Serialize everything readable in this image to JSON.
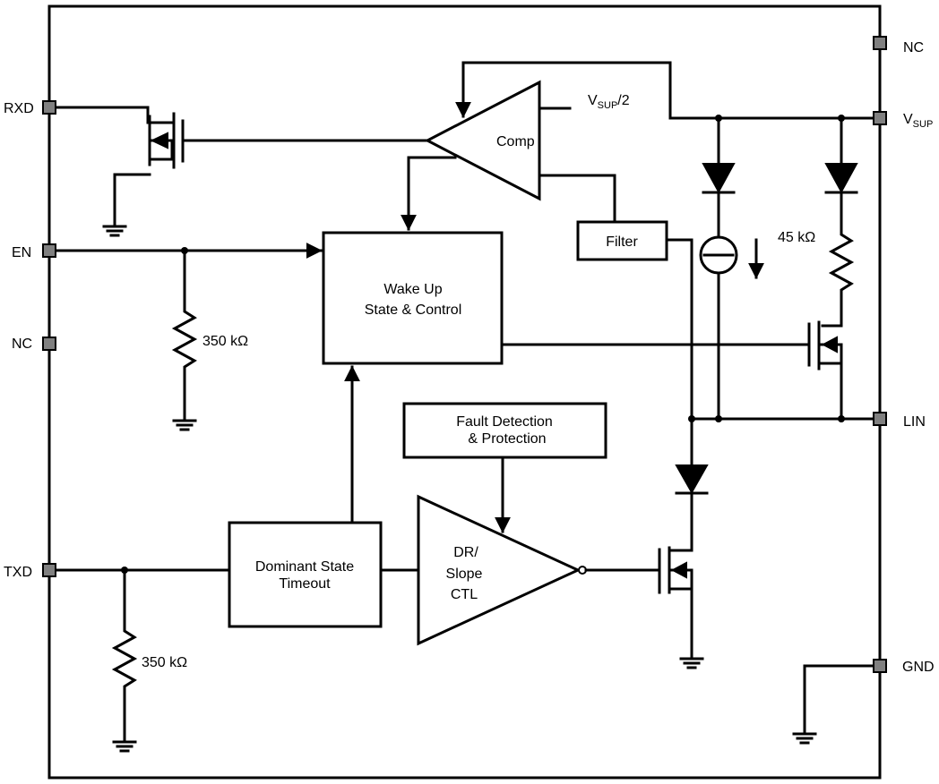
{
  "pins": {
    "rxd": "RXD",
    "en": "EN",
    "nc_left": "NC",
    "txd": "TXD",
    "nc_right": "NC",
    "vsup": "V",
    "vsup_sub": "SUP",
    "lin": "LIN",
    "gnd": "GND"
  },
  "blocks": {
    "comp": "Comp",
    "filter": "Filter",
    "wake_line1": "Wake Up",
    "wake_line2": "State & Control",
    "fault_line1": "Fault Detection",
    "fault_line2": "& Protection",
    "dominant_line1": "Dominant State",
    "dominant_line2": "Timeout",
    "dr_line1": "DR/",
    "dr_line2": "Slope",
    "dr_line3": "CTL"
  },
  "labels": {
    "vsup_half_main": "V",
    "vsup_half_sub": "SUP",
    "vsup_half_tail": "/2",
    "res_en": "350 kΩ",
    "res_txd": "350 kΩ",
    "res_lin": "45 kΩ"
  }
}
